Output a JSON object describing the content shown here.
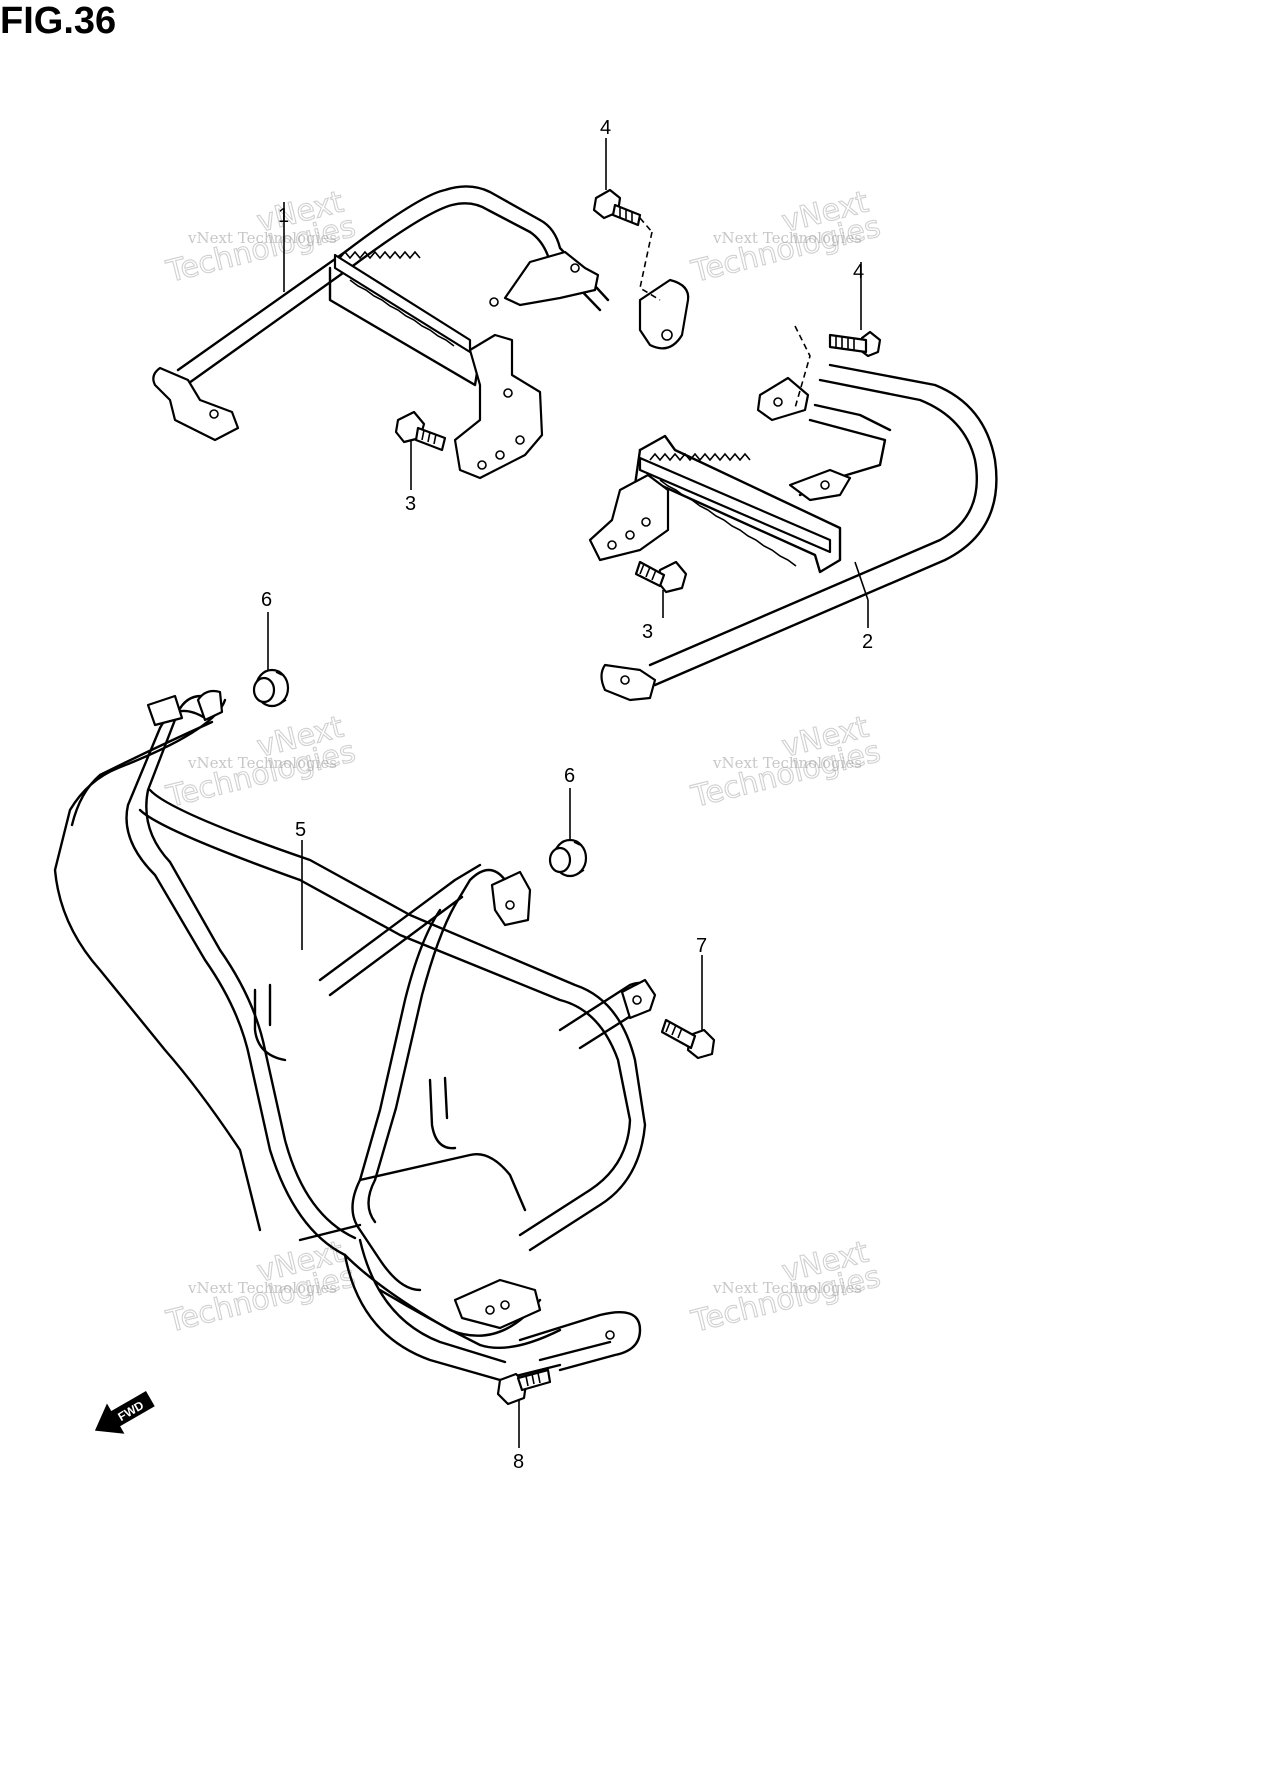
{
  "title": "FIG.36",
  "callouts": [
    {
      "id": "c1",
      "label": "1"
    },
    {
      "id": "c2",
      "label": "2"
    },
    {
      "id": "c3a",
      "label": "3"
    },
    {
      "id": "c3b",
      "label": "3"
    },
    {
      "id": "c4a",
      "label": "4"
    },
    {
      "id": "c4b",
      "label": "4"
    },
    {
      "id": "c5",
      "label": "5"
    },
    {
      "id": "c6a",
      "label": "6"
    },
    {
      "id": "c6b",
      "label": "6"
    },
    {
      "id": "c7",
      "label": "7"
    },
    {
      "id": "c8",
      "label": "8"
    }
  ],
  "watermark": {
    "small": "vNext Technologies",
    "line1": "vNext",
    "line2": "Technologies"
  },
  "fwd_label": "FWD"
}
